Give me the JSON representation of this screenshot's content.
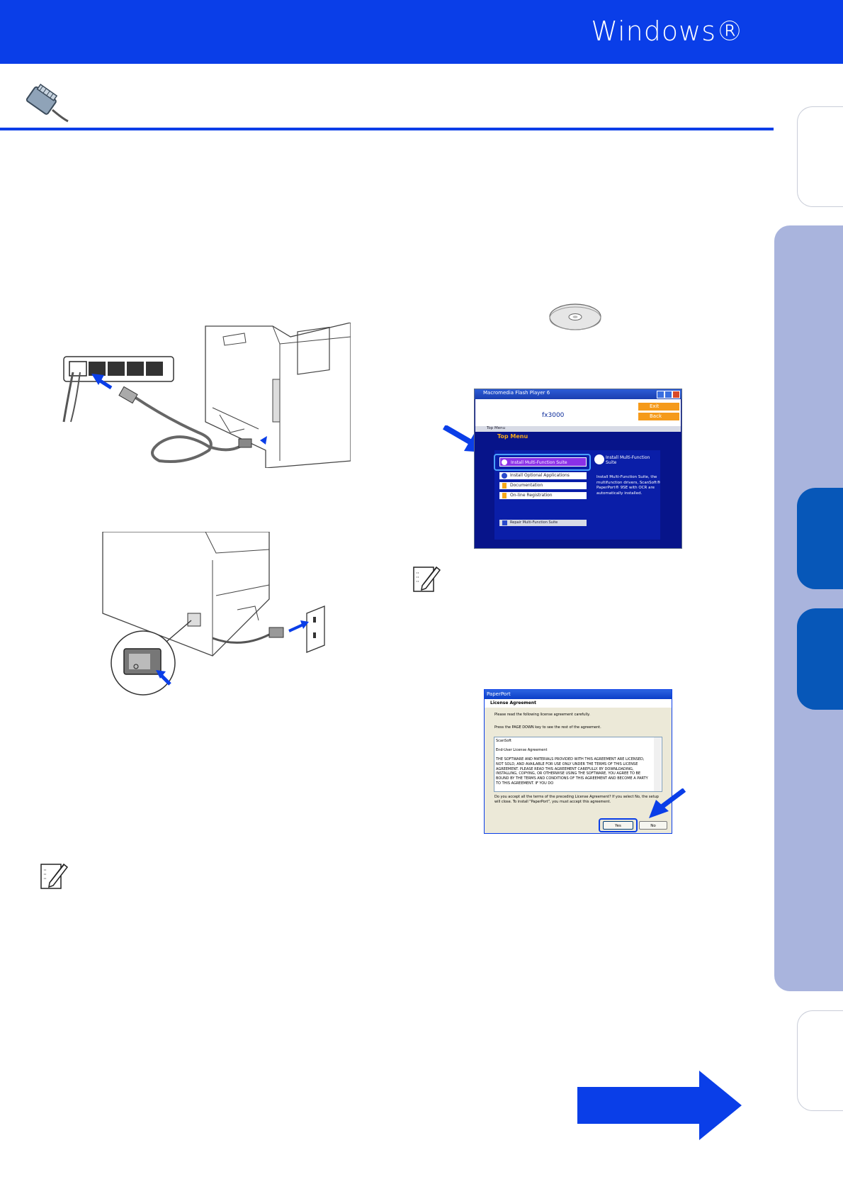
{
  "header": {
    "title": "Windows®"
  },
  "flash_dialog": {
    "window_title": "Macromedia Flash Player 6",
    "model": "fx3000",
    "breadcrumb": "Top Menu",
    "exit_label": "Exit",
    "back_label": "Back",
    "menu_heading": "Top Menu",
    "items": [
      "Install Multi-Function Suite",
      "Install Optional Applications",
      "Documentation",
      "On-line Registration",
      "Repair Multi-Function Suite"
    ],
    "info_title": "Install Multi-Function Suite",
    "info_body": "Install Multi-Function Suite, the multifunction drivers, ScanSoft® PaperPort® 9SE with OCR are automatically installed."
  },
  "paperport_dialog": {
    "window_title": "PaperPort",
    "section_title": "License Agreement",
    "instructions_1": "Please read the following license agreement carefully.",
    "instructions_2": "Press the PAGE DOWN key to see the rest of the agreement.",
    "license_company": "ScanSoft",
    "license_heading": "End-User License Agreement",
    "license_body": "THE SOFTWARE AND MATERIALS PROVIDED WITH THIS AGREEMENT ARE LICENSED, NOT SOLD, AND AVAILABLE FOR USE ONLY UNDER THE TERMS OF THIS LICENSE AGREEMENT. PLEASE READ THIS AGREEMENT CAREFULLY. BY DOWNLOADING, INSTALLING, COPYING, OR OTHERWISE USING THE SOFTWARE, YOU AGREE TO BE BOUND BY THE TERMS AND CONDITIONS OF THIS AGREEMENT AND BECOME A PARTY TO THIS AGREEMENT. IF YOU DO",
    "question": "Do you accept all the terms of the preceding License Agreement? If you select No, the setup will close. To install \"PaperPort\", you must accept this agreement.",
    "yes_label": "Yes",
    "no_label": "No"
  },
  "colors": {
    "brand_blue": "#0a3ee8",
    "tab_dark": "#0757b8",
    "side_panel": "#a9b4dd"
  }
}
